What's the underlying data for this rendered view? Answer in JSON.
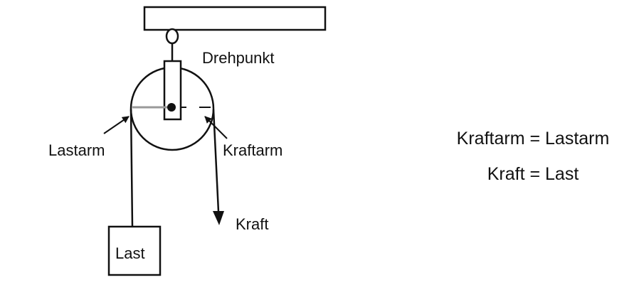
{
  "diagram": {
    "labels": {
      "pivot": "Drehpunkt",
      "load_arm": "Lastarm",
      "effort_arm": "Kraftarm",
      "effort": "Kraft",
      "load": "Last"
    },
    "colors": {
      "line": "#111111",
      "load_arm_line": "#999999",
      "background": "#ffffff"
    }
  },
  "formulas": {
    "arm_equation": "Kraftarm = Lastarm",
    "force_equation": "Kraft = Last"
  }
}
